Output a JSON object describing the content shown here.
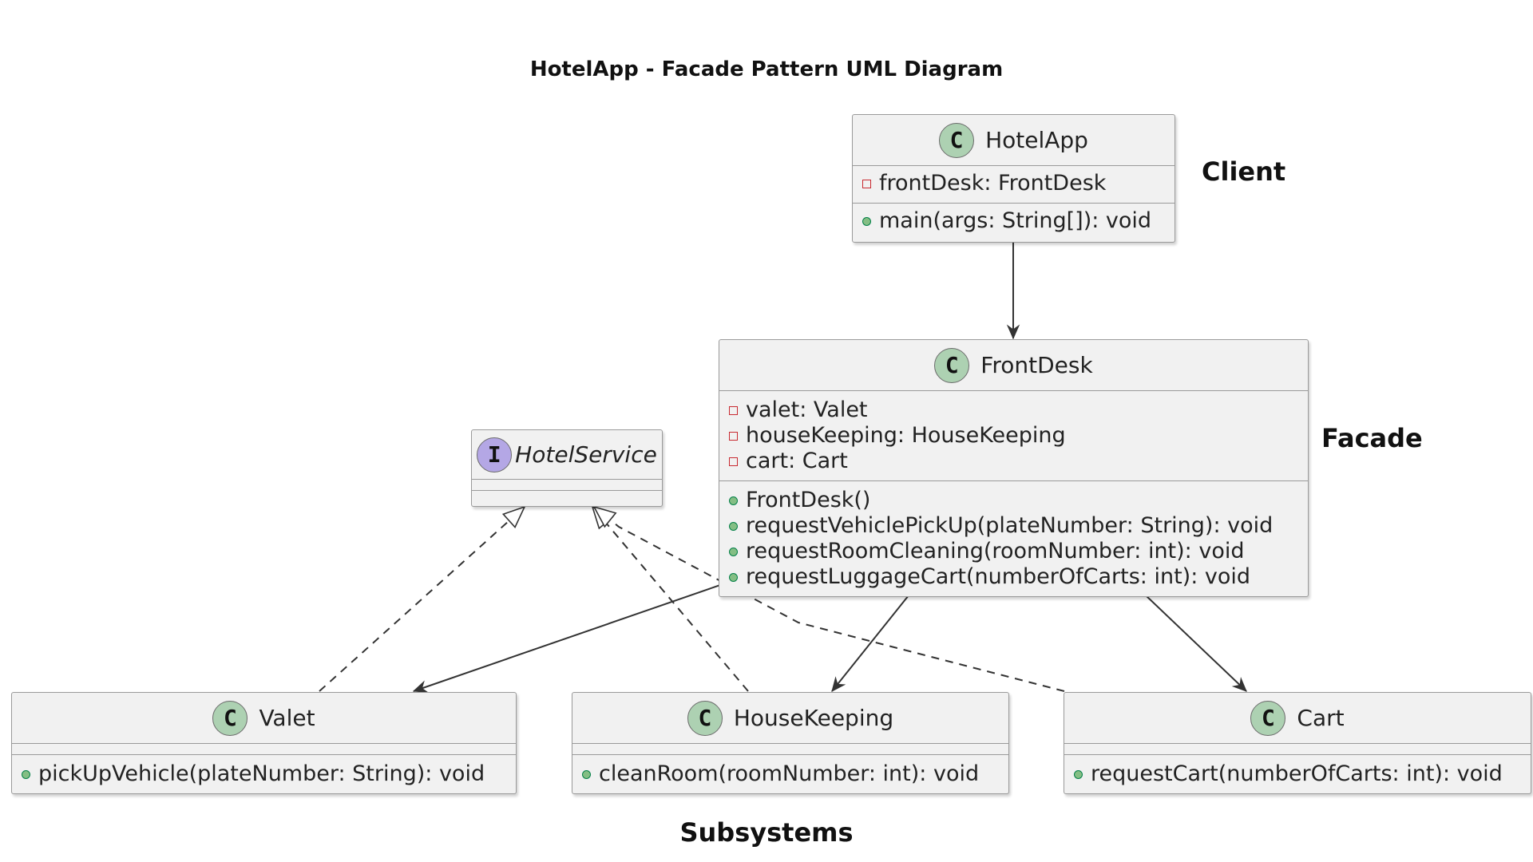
{
  "title": "HotelApp - Facade Pattern UML Diagram",
  "labels": {
    "client": "Client",
    "facade": "Facade",
    "subsystems": "Subsystems"
  },
  "colors": {
    "class_badge": "#add1b2",
    "interface_badge": "#b4a7e5",
    "box_fill": "#f1f1f1",
    "private_marker": "#c82930",
    "public_marker": "#84be84"
  },
  "classes": {
    "hotelapp": {
      "stereotype": "C",
      "name": "HotelApp",
      "fields": [
        {
          "visibility": "private",
          "text": "frontDesk: FrontDesk"
        }
      ],
      "methods": [
        {
          "visibility": "public",
          "text": "main(args: String[]): void"
        }
      ]
    },
    "frontdesk": {
      "stereotype": "C",
      "name": "FrontDesk",
      "fields": [
        {
          "visibility": "private",
          "text": "valet: Valet"
        },
        {
          "visibility": "private",
          "text": "houseKeeping: HouseKeeping"
        },
        {
          "visibility": "private",
          "text": "cart: Cart"
        }
      ],
      "methods": [
        {
          "visibility": "public",
          "text": "FrontDesk()"
        },
        {
          "visibility": "public",
          "text": "requestVehiclePickUp(plateNumber: String): void"
        },
        {
          "visibility": "public",
          "text": "requestRoomCleaning(roomNumber: int): void"
        },
        {
          "visibility": "public",
          "text": "requestLuggageCart(numberOfCarts: int): void"
        }
      ]
    },
    "hotelservice": {
      "stereotype": "I",
      "name": "HotelService",
      "fields": [],
      "methods": []
    },
    "valet": {
      "stereotype": "C",
      "name": "Valet",
      "fields": [],
      "methods": [
        {
          "visibility": "public",
          "text": "pickUpVehicle(plateNumber: String): void"
        }
      ]
    },
    "housekeeping": {
      "stereotype": "C",
      "name": "HouseKeeping",
      "fields": [],
      "methods": [
        {
          "visibility": "public",
          "text": "cleanRoom(roomNumber: int): void"
        }
      ]
    },
    "cart": {
      "stereotype": "C",
      "name": "Cart",
      "fields": [],
      "methods": [
        {
          "visibility": "public",
          "text": "requestCart(numberOfCarts: int): void"
        }
      ]
    }
  },
  "relations": [
    {
      "from": "hotelapp",
      "to": "frontdesk",
      "kind": "association"
    },
    {
      "from": "frontdesk",
      "to": "valet",
      "kind": "association"
    },
    {
      "from": "frontdesk",
      "to": "housekeeping",
      "kind": "association"
    },
    {
      "from": "frontdesk",
      "to": "cart",
      "kind": "association"
    },
    {
      "from": "valet",
      "to": "hotelservice",
      "kind": "realization"
    },
    {
      "from": "housekeeping",
      "to": "hotelservice",
      "kind": "realization"
    },
    {
      "from": "cart",
      "to": "hotelservice",
      "kind": "realization"
    }
  ]
}
